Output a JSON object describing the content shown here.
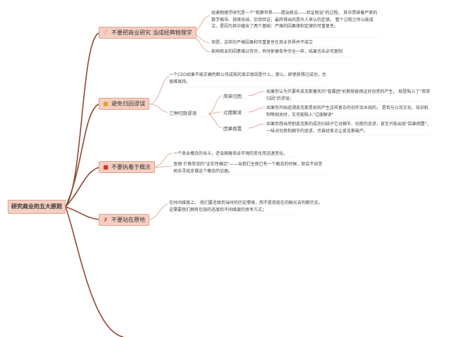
{
  "root": {
    "label": "研究商业的五大原则"
  },
  "branches": [
    {
      "label": "不要把商业研究 当成经典物理学",
      "icon": "heart-icon",
      "notes": [
        "经典物理学研究是一个\"观察世界——提出假设——验证假设\"的过程。 其中贯穿着严密的数学推导、规律总结、实验验证，最终得出的是众人承认的定律。 整个过程之所以能成立，是因为其中蕴含了两个基础：严格的因果律和定律的可重复性。",
        "但是，这样的严格因果和可重复性在商业世界并不成立",
        "影响商业的因素难以穷尽，有时即便条件完全一样，结果也未必可复制"
      ]
    },
    {
      "label": "避免归因谬误",
      "icon": "lightbulb-icon",
      "intro": "一个CEO如果不能正确判断公司成败的真正原因是什么，那么，即使获得过成功，也很难保持。",
      "group_label": "三种归隐谬误",
      "items": [
        {
          "label": "简单归因",
          "text": "如果你认为只要有皮克斯著名的\"智囊团\"机制就能保证好创意的产生， 就是陷入了\"简单归因\"的谬误；"
        },
        {
          "label": "过度解读",
          "text": "如果你开始追溯皮克斯是如何产生这样复杂的创作流水线的， 是否与公司文化、培训机制等相关时，又可能陷入\"过度解读\""
        },
        {
          "label": "因果倒置",
          "text": "如果你想当然把皮克斯的成功归结于它对细节、创意的追求，甚至只能出现\"因果倒置\"，一味对创意和细节的追求，也曾经差点让皮克斯破产。"
        }
      ]
    },
    {
      "label": "不要执着于概念",
      "icon": "stop-square-icon",
      "notes": [
        "一个商业概念的含义，还会随着商业环境的变化而迅速变化。",
        "查理·芒格常说的\"证实性偏见\"——当我们主观已有一个概念的时候，就会不自觉地去寻找支撑这个概念的证据。"
      ]
    },
    {
      "label": "不要站在原地",
      "icon": "tools-icon",
      "notes": [
        "在时间维度上， 我们要还原到当时的历史情境，而不是用现在的眼光去判断历史。 这需要我们拥有包容的态度和不同维度的思考方式；"
      ]
    }
  ],
  "colors": {
    "root_fill": "#f5cfc1",
    "branch_fill": "#f5cfc1",
    "branch_border": "#e0a48f",
    "link": "#8e4a33",
    "link_thin": "#d9a08c"
  }
}
